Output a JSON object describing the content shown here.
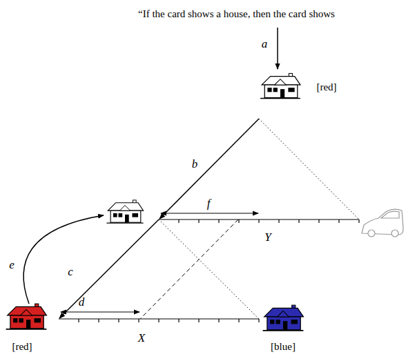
{
  "diagram": {
    "labels": [
      "“If the card shows a house, then the card shows",
      "a",
      "[red]",
      "b",
      "f",
      "Y",
      "c",
      "d",
      "X",
      "e",
      "[red]",
      "[blue]"
    ]
  }
}
